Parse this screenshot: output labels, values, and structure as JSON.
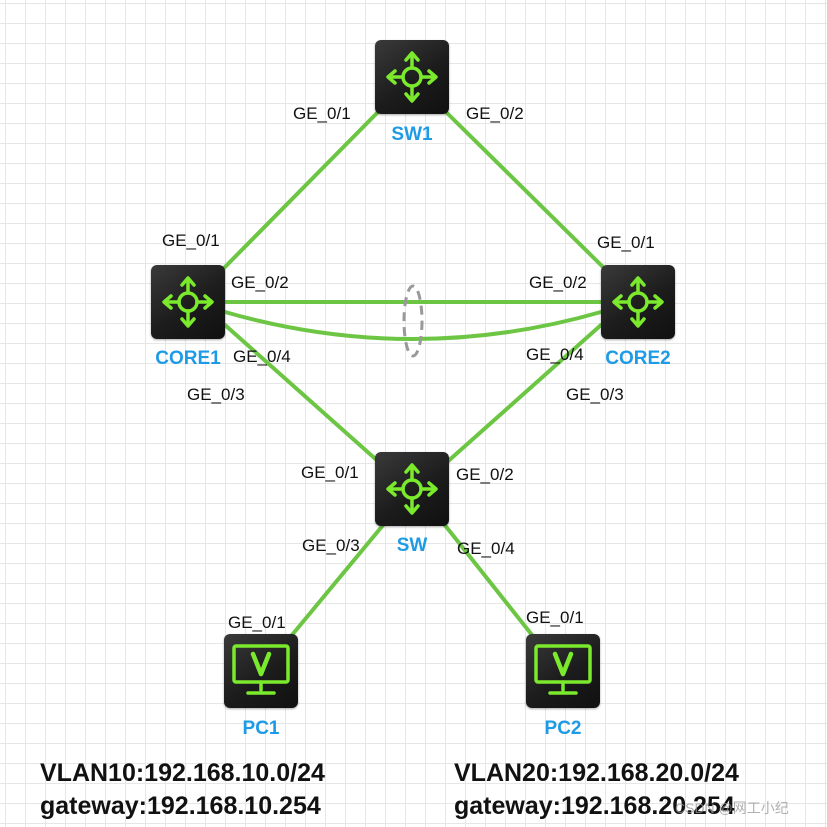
{
  "colors": {
    "link": "#6cc644",
    "node_label": "#1e9be6",
    "icon": "#7bea2c",
    "node_body": "#1c1c1c",
    "lag_ring": "#999999"
  },
  "devices": {
    "sw1": {
      "label": "SW1",
      "icon": "switch-arrows-icon"
    },
    "core1": {
      "label": "CORE1",
      "icon": "switch-arrows-icon"
    },
    "core2": {
      "label": "CORE2",
      "icon": "switch-arrows-icon"
    },
    "sw": {
      "label": "SW",
      "icon": "switch-arrows-icon"
    },
    "pc1": {
      "label": "PC1",
      "icon": "monitor-v-icon"
    },
    "pc2": {
      "label": "PC2",
      "icon": "monitor-v-icon"
    }
  },
  "ports": {
    "sw1_ge01": "GE_0/1",
    "sw1_ge02": "GE_0/2",
    "core1_ge01": "GE_0/1",
    "core1_ge02": "GE_0/2",
    "core1_ge04": "GE_0/4",
    "core1_ge03": "GE_0/3",
    "core2_ge01": "GE_0/1",
    "core2_ge02": "GE_0/2",
    "core2_ge04": "GE_0/4",
    "core2_ge03": "GE_0/3",
    "sw_ge01": "GE_0/1",
    "sw_ge02": "GE_0/2",
    "sw_ge03": "GE_0/3",
    "sw_ge04": "GE_0/4",
    "pc1_ge01": "GE_0/1",
    "pc2_ge01": "GE_0/1"
  },
  "vlans": {
    "vlan10_subnet": "VLAN10:192.168.10.0/24",
    "vlan10_gateway": "gateway:192.168.10.254",
    "vlan20_subnet": "VLAN20:192.168.20.0/24",
    "vlan20_gateway": "gateway:192.168.20.254"
  },
  "watermark": "CSDN @网工小纪"
}
